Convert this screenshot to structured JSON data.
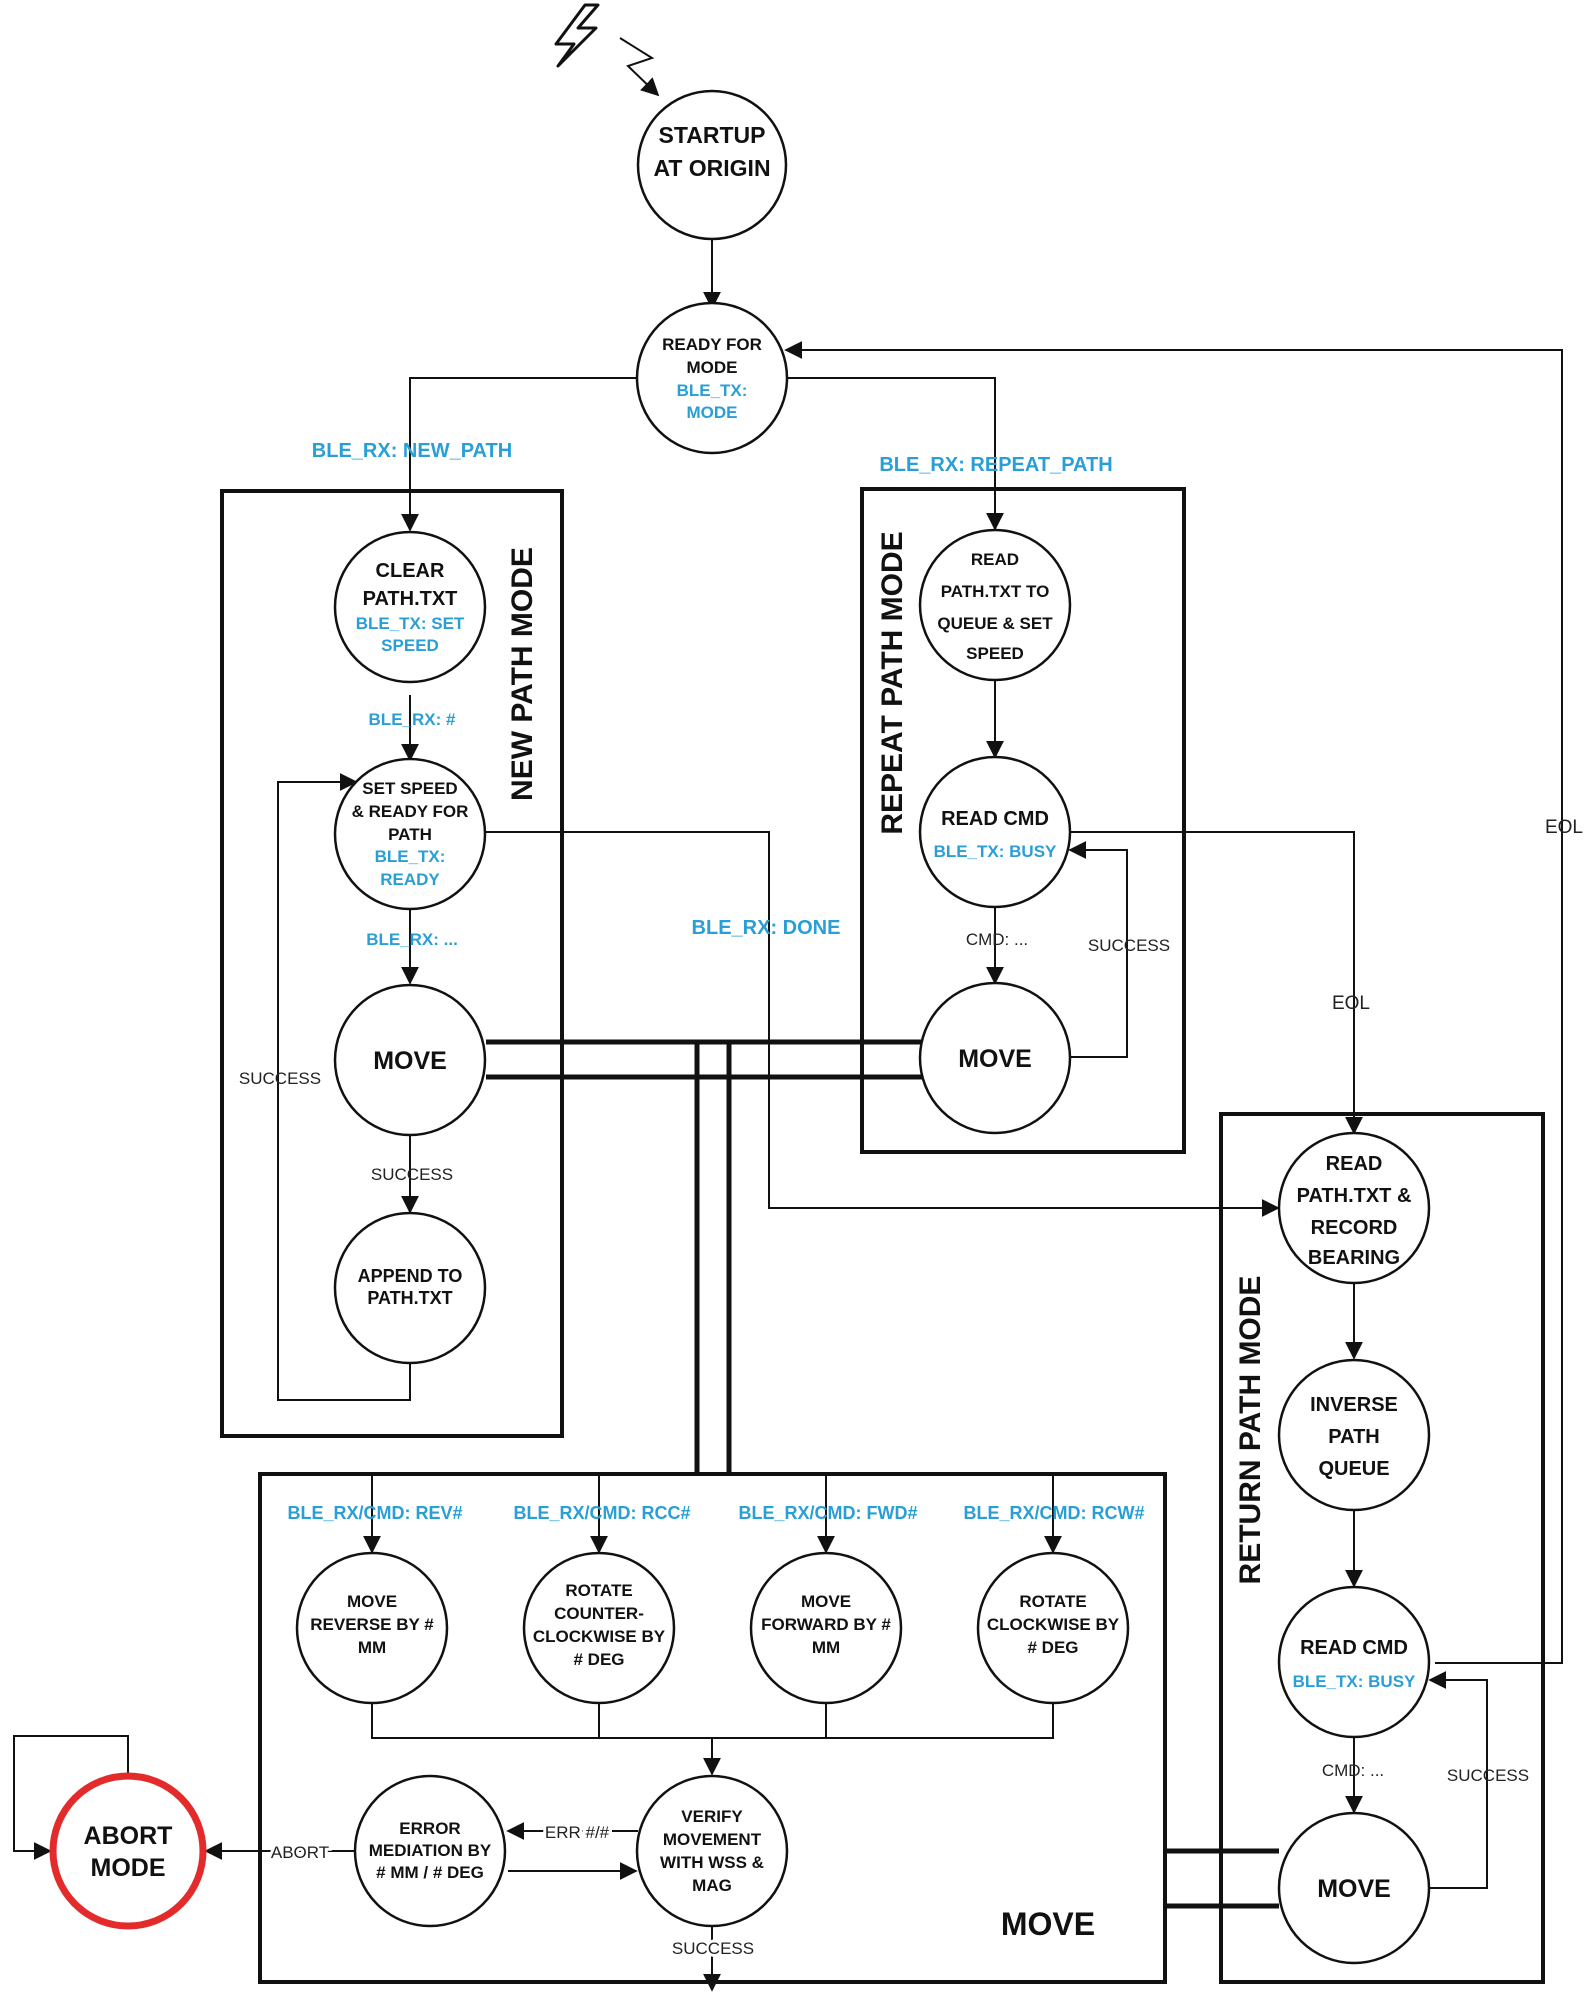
{
  "colors": {
    "accent_blue": "#2a9fd6",
    "abort_red": "#e32b2b",
    "ink": "#111111"
  },
  "icons": {
    "power": "lightning-bolt-icon"
  },
  "modes": {
    "new_path": "NEW PATH MODE",
    "repeat_path": "REPEAT PATH MODE",
    "return_path": "RETURN PATH MODE",
    "move": "MOVE"
  },
  "nodes": {
    "startup": [
      "STARTUP",
      "AT ORIGIN"
    ],
    "ready_for_mode": {
      "lines": [
        "READY FOR",
        "MODE"
      ],
      "tx": [
        "BLE_TX:",
        "MODE"
      ]
    },
    "clear_path": {
      "lines": [
        "CLEAR",
        "PATH.TXT"
      ],
      "tx": [
        "BLE_TX: SET",
        "SPEED"
      ]
    },
    "set_speed": {
      "lines": [
        "SET SPEED",
        "& READY FOR",
        "PATH"
      ],
      "tx": [
        "BLE_TX:",
        "READY"
      ]
    },
    "move_new": "MOVE",
    "append_path": [
      "APPEND TO",
      "PATH.TXT"
    ],
    "read_path_queue": [
      "READ",
      "PATH.TXT TO",
      "QUEUE & SET",
      "SPEED"
    ],
    "read_cmd_repeat": {
      "line": "READ CMD",
      "tx": "BLE_TX: BUSY"
    },
    "move_repeat": "MOVE",
    "read_bearing": [
      "READ",
      "PATH.TXT &",
      "RECORD",
      "BEARING"
    ],
    "inverse_queue": [
      "INVERSE",
      "PATH",
      "QUEUE"
    ],
    "read_cmd_return": {
      "line": "READ CMD",
      "tx": "BLE_TX: BUSY"
    },
    "move_return": "MOVE",
    "move_reverse": [
      "MOVE",
      "REVERSE BY #",
      "MM"
    ],
    "rotate_ccw": [
      "ROTATE",
      "COUNTER-",
      "CLOCKWISE BY",
      "# DEG"
    ],
    "move_forward": [
      "MOVE",
      "FORWARD BY #",
      "MM"
    ],
    "rotate_cw": [
      "ROTATE",
      "CLOCKWISE BY",
      "# DEG"
    ],
    "error_mediation": [
      "ERROR",
      "MEDIATION BY",
      "# MM / # DEG"
    ],
    "verify": [
      "VERIFY",
      "MOVEMENT",
      "WITH WSS &",
      "MAG"
    ],
    "abort": [
      "ABORT",
      "MODE"
    ]
  },
  "edges": {
    "new_path": "BLE_RX: NEW_PATH",
    "repeat_path": "BLE_RX: REPEAT_PATH",
    "rx_hash": "BLE_RX: #",
    "rx_dots": "BLE_RX: ...",
    "done": "BLE_RX: DONE",
    "success": "SUCCESS",
    "cmd": "CMD: ...",
    "eol": "EOL",
    "rev": "BLE_RX/CMD: REV#",
    "rcc": "BLE_RX/CMD: RCC#",
    "fwd": "BLE_RX/CMD: FWD#",
    "rcw": "BLE_RX/CMD: RCW#",
    "err": "ERR #/#",
    "abort": "ABORT"
  }
}
